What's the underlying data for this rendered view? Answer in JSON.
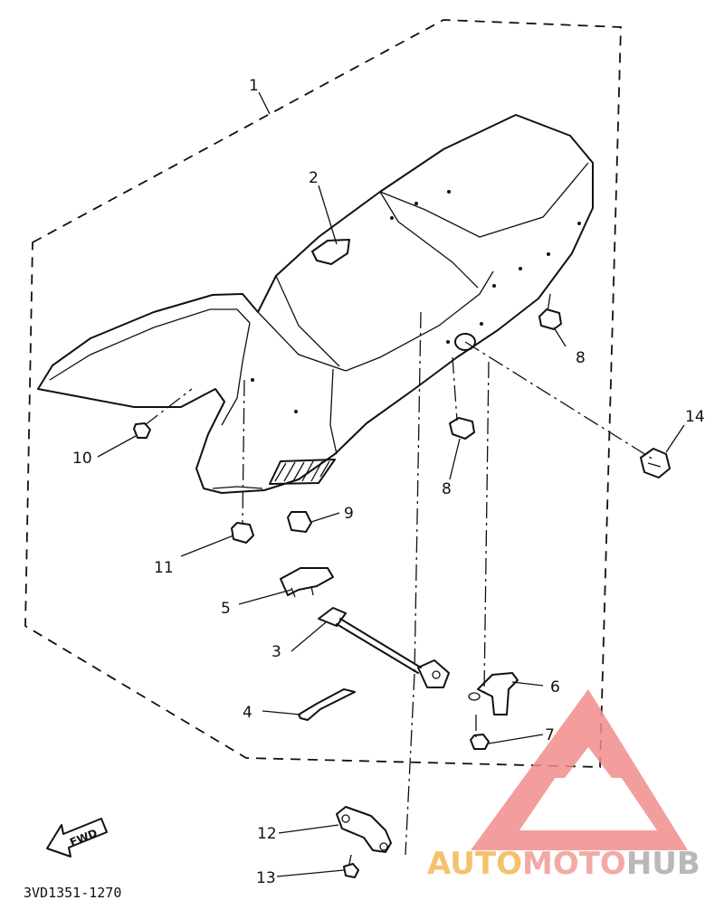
{
  "diagram": {
    "callouts": [
      {
        "id": "1",
        "label": "1"
      },
      {
        "id": "2",
        "label": "2"
      },
      {
        "id": "3",
        "label": "3"
      },
      {
        "id": "4",
        "label": "4"
      },
      {
        "id": "5",
        "label": "5"
      },
      {
        "id": "6",
        "label": "6"
      },
      {
        "id": "7",
        "label": "7"
      },
      {
        "id": "8a",
        "label": "8"
      },
      {
        "id": "8b",
        "label": "8"
      },
      {
        "id": "9",
        "label": "9"
      },
      {
        "id": "10",
        "label": "10"
      },
      {
        "id": "11",
        "label": "11"
      },
      {
        "id": "12",
        "label": "12"
      },
      {
        "id": "13",
        "label": "13"
      },
      {
        "id": "14",
        "label": "14"
      }
    ],
    "fwd_label": "FWD",
    "figure_code": "3VD1351-1270"
  },
  "watermark": {
    "part1": "AUTO",
    "part2": "MOTO",
    "part3": "HUB",
    "color1": "#f5c16c",
    "color2": "#f3a9a4",
    "color3": "#b9b9b9",
    "logo_color": "#f28c8c"
  }
}
